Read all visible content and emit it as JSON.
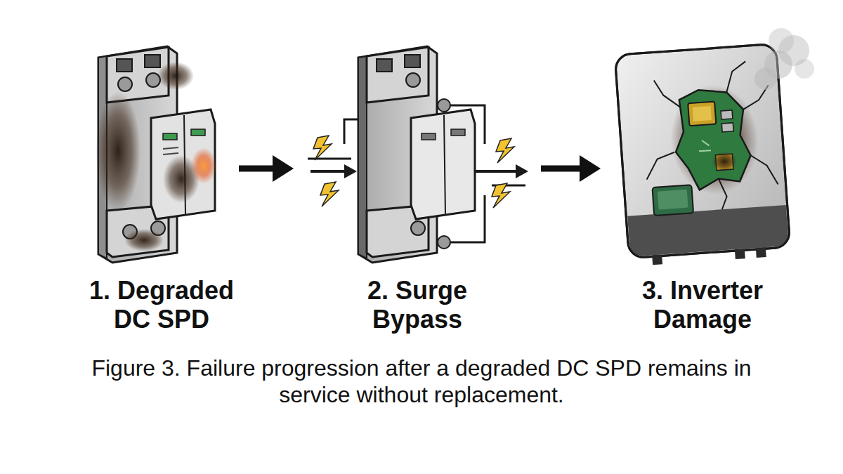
{
  "diagram": {
    "caption": "Figure 3. Failure progression after a degraded DC SPD remains in service without replacement.",
    "nodes": [
      {
        "text": [
          "1. Degraded DC SPD"
        ]
      },
      {
        "text": [
          "2. Surge Bypass"
        ]
      },
      {
        "text": [
          "3. Inverter Damage"
        ]
      }
    ],
    "edges": [
      {
        "from": 0,
        "to": 1,
        "arrow": "to"
      },
      {
        "from": 1,
        "to": 2,
        "arrow": "to"
      }
    ]
  }
}
